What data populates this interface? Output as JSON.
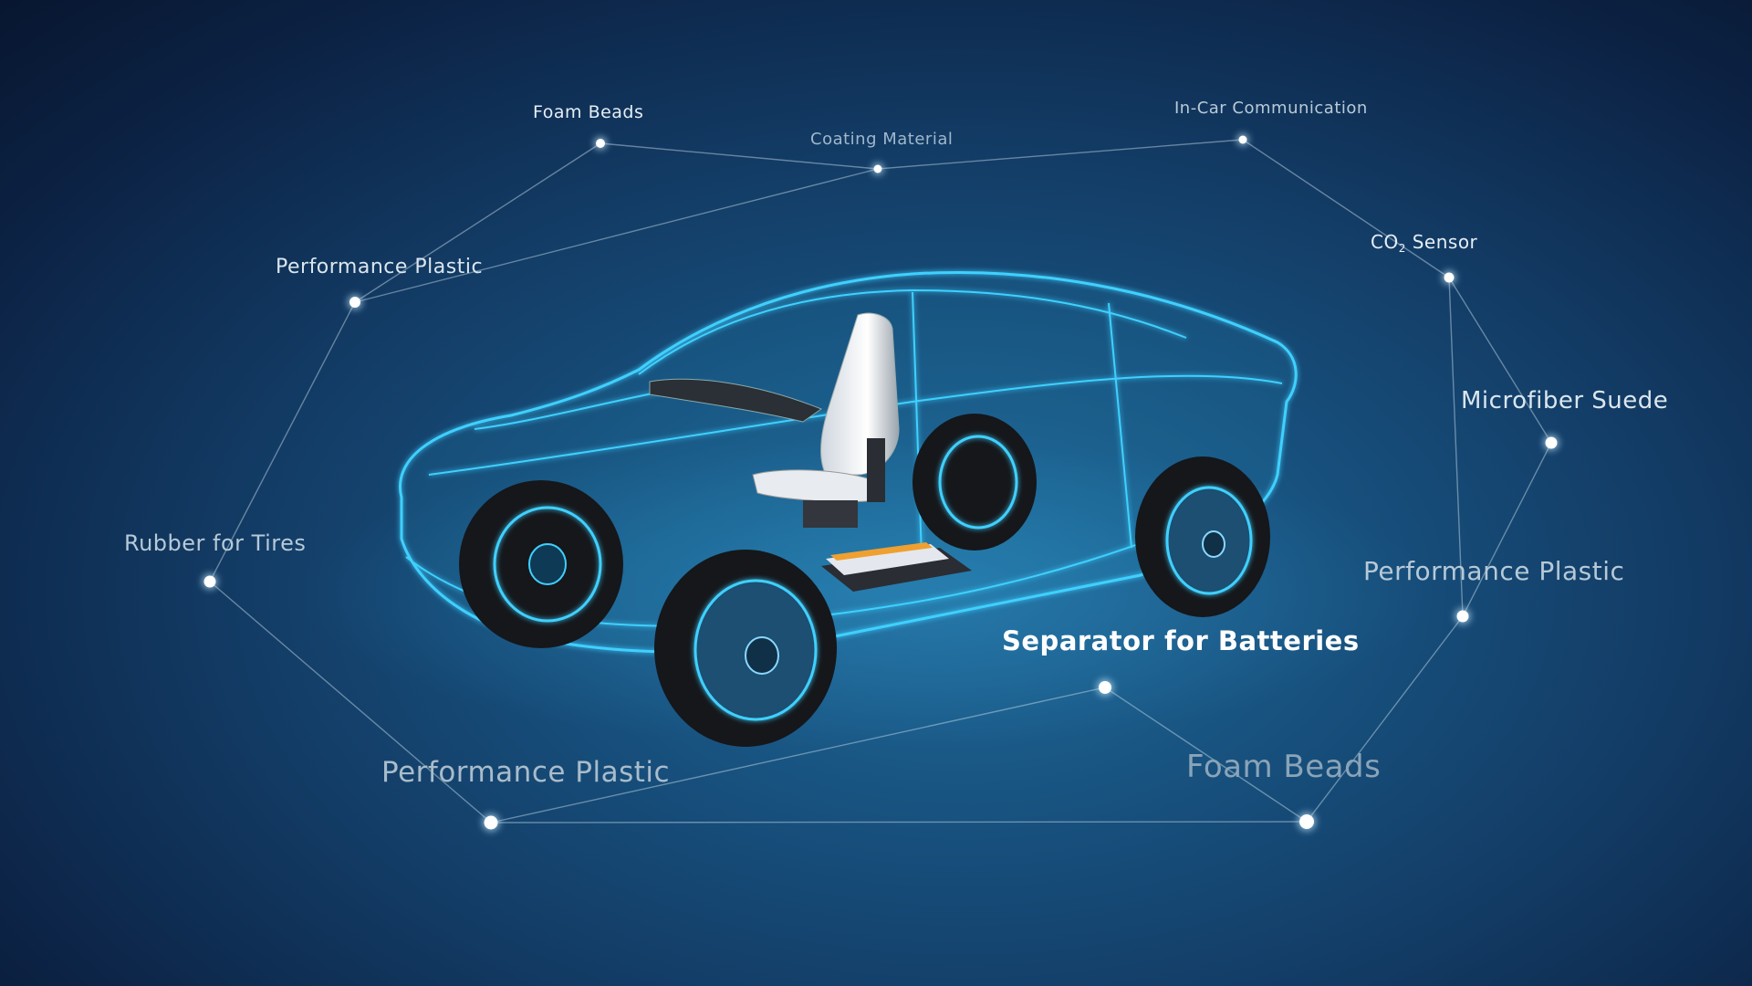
{
  "scene": {
    "accent_color": "#3fd0ff",
    "background_color": "#123a63",
    "illustration": "transparent-wireframe-electric-car-with-seat-wheels-and-battery-pack"
  },
  "labels": {
    "foam_beads_top": "Foam Beads",
    "coating_material": "Coating Material",
    "in_car_communication": "In-Car Communication",
    "co2_sensor_prefix": "CO",
    "co2_sensor_sub": "2",
    "co2_sensor_suffix": " Sensor",
    "performance_plastic_top_left": "Performance Plastic",
    "microfiber_suede": "Microfiber Suede",
    "rubber_for_tires": "Rubber for Tires",
    "performance_plastic_right": "Performance Plastic",
    "separator_for_batteries": "Separator for Batteries",
    "performance_plastic_bottom": "Performance Plastic",
    "foam_beads_bottom": "Foam Beads"
  }
}
